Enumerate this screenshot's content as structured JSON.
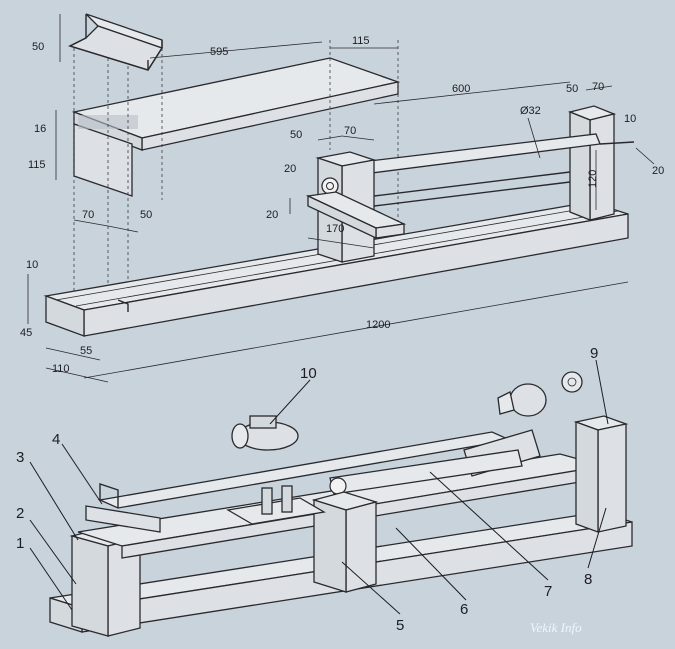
{
  "dimensions": {
    "d50_channel": "50",
    "d595": "595",
    "d115_top": "115",
    "d600": "600",
    "d50_post": "50",
    "d70_post": "70",
    "d16": "16",
    "d115_left": "115",
    "d_dia32": "Ø32",
    "d10_right": "10",
    "d20_right": "20",
    "d50_mid": "50",
    "d70_mid": "70",
    "d120": "120",
    "d20_a": "20",
    "d20_b": "20",
    "d70_low": "70",
    "d50_low": "50",
    "d170": "170",
    "d10_left": "10",
    "d45": "45",
    "d1200": "1200",
    "d55": "55",
    "d110": "110"
  },
  "parts": [
    "1",
    "2",
    "3",
    "4",
    "5",
    "6",
    "7",
    "8",
    "9",
    "10"
  ],
  "watermark": "Vekik Info"
}
